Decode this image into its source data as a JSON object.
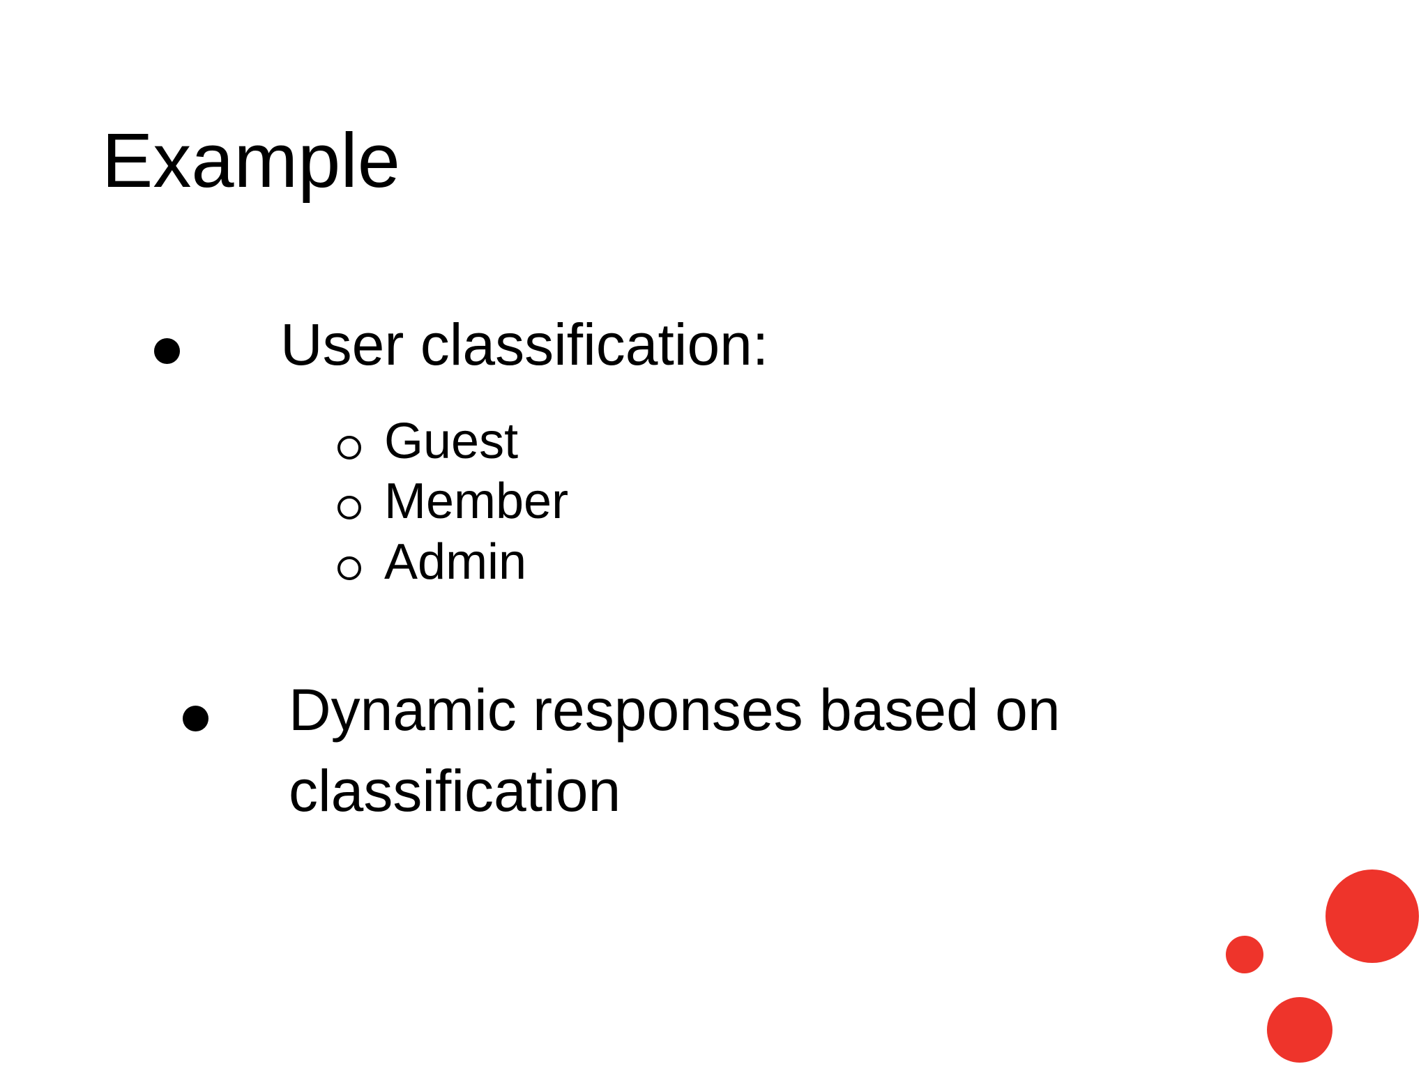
{
  "slide": {
    "title": "Example",
    "background_color": "#FFFFFF",
    "text_color": "#000000",
    "accent_color": "#EE342B",
    "bullets": [
      {
        "text": "User classification:",
        "children": [
          "Guest",
          "Member",
          "Admin"
        ]
      },
      {
        "text": "Dynamic responses based on classification",
        "children": []
      }
    ],
    "decoration": {
      "circles": [
        "large-red-circle",
        "small-red-circle",
        "medium-red-circle"
      ]
    }
  }
}
